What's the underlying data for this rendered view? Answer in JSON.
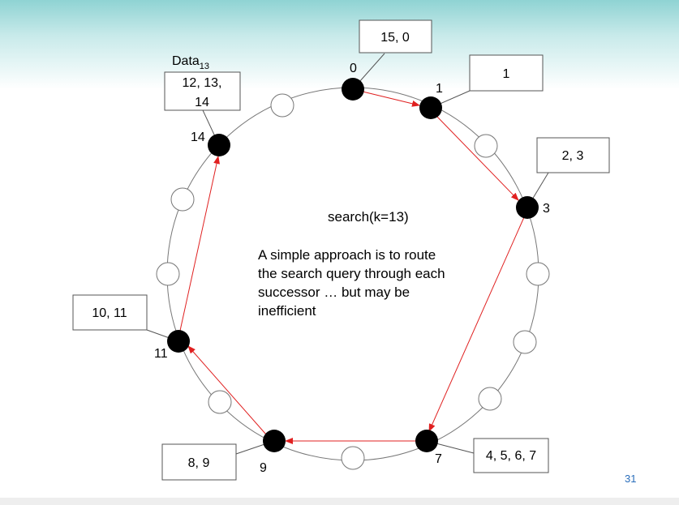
{
  "slide": {
    "page_number": "31",
    "search_label": "search(k=13)",
    "description": [
      "A simple approach is to route",
      "the search query through each",
      "successor … but may be",
      "inefficient"
    ],
    "data_label_main": "Data",
    "data_label_sub": "13"
  },
  "nodes": [
    {
      "id": "0",
      "label": "0",
      "box": [
        "15, 0"
      ]
    },
    {
      "id": "1",
      "label": "1",
      "box": [
        "1"
      ]
    },
    {
      "id": "3",
      "label": "3",
      "box": [
        "2, 3"
      ]
    },
    {
      "id": "7",
      "label": "7",
      "box": [
        "4, 5, 6, 7"
      ]
    },
    {
      "id": "9",
      "label": "9",
      "box": [
        "8, 9"
      ]
    },
    {
      "id": "11",
      "label": "11",
      "box": [
        "10, 11"
      ]
    },
    {
      "id": "14",
      "label": "14",
      "box": [
        "12, 13,",
        "14"
      ]
    }
  ],
  "colors": {
    "arrow": "#e02020",
    "node_fill": "#000000",
    "ring": "#777777",
    "page_number": "#2a6ebb"
  }
}
